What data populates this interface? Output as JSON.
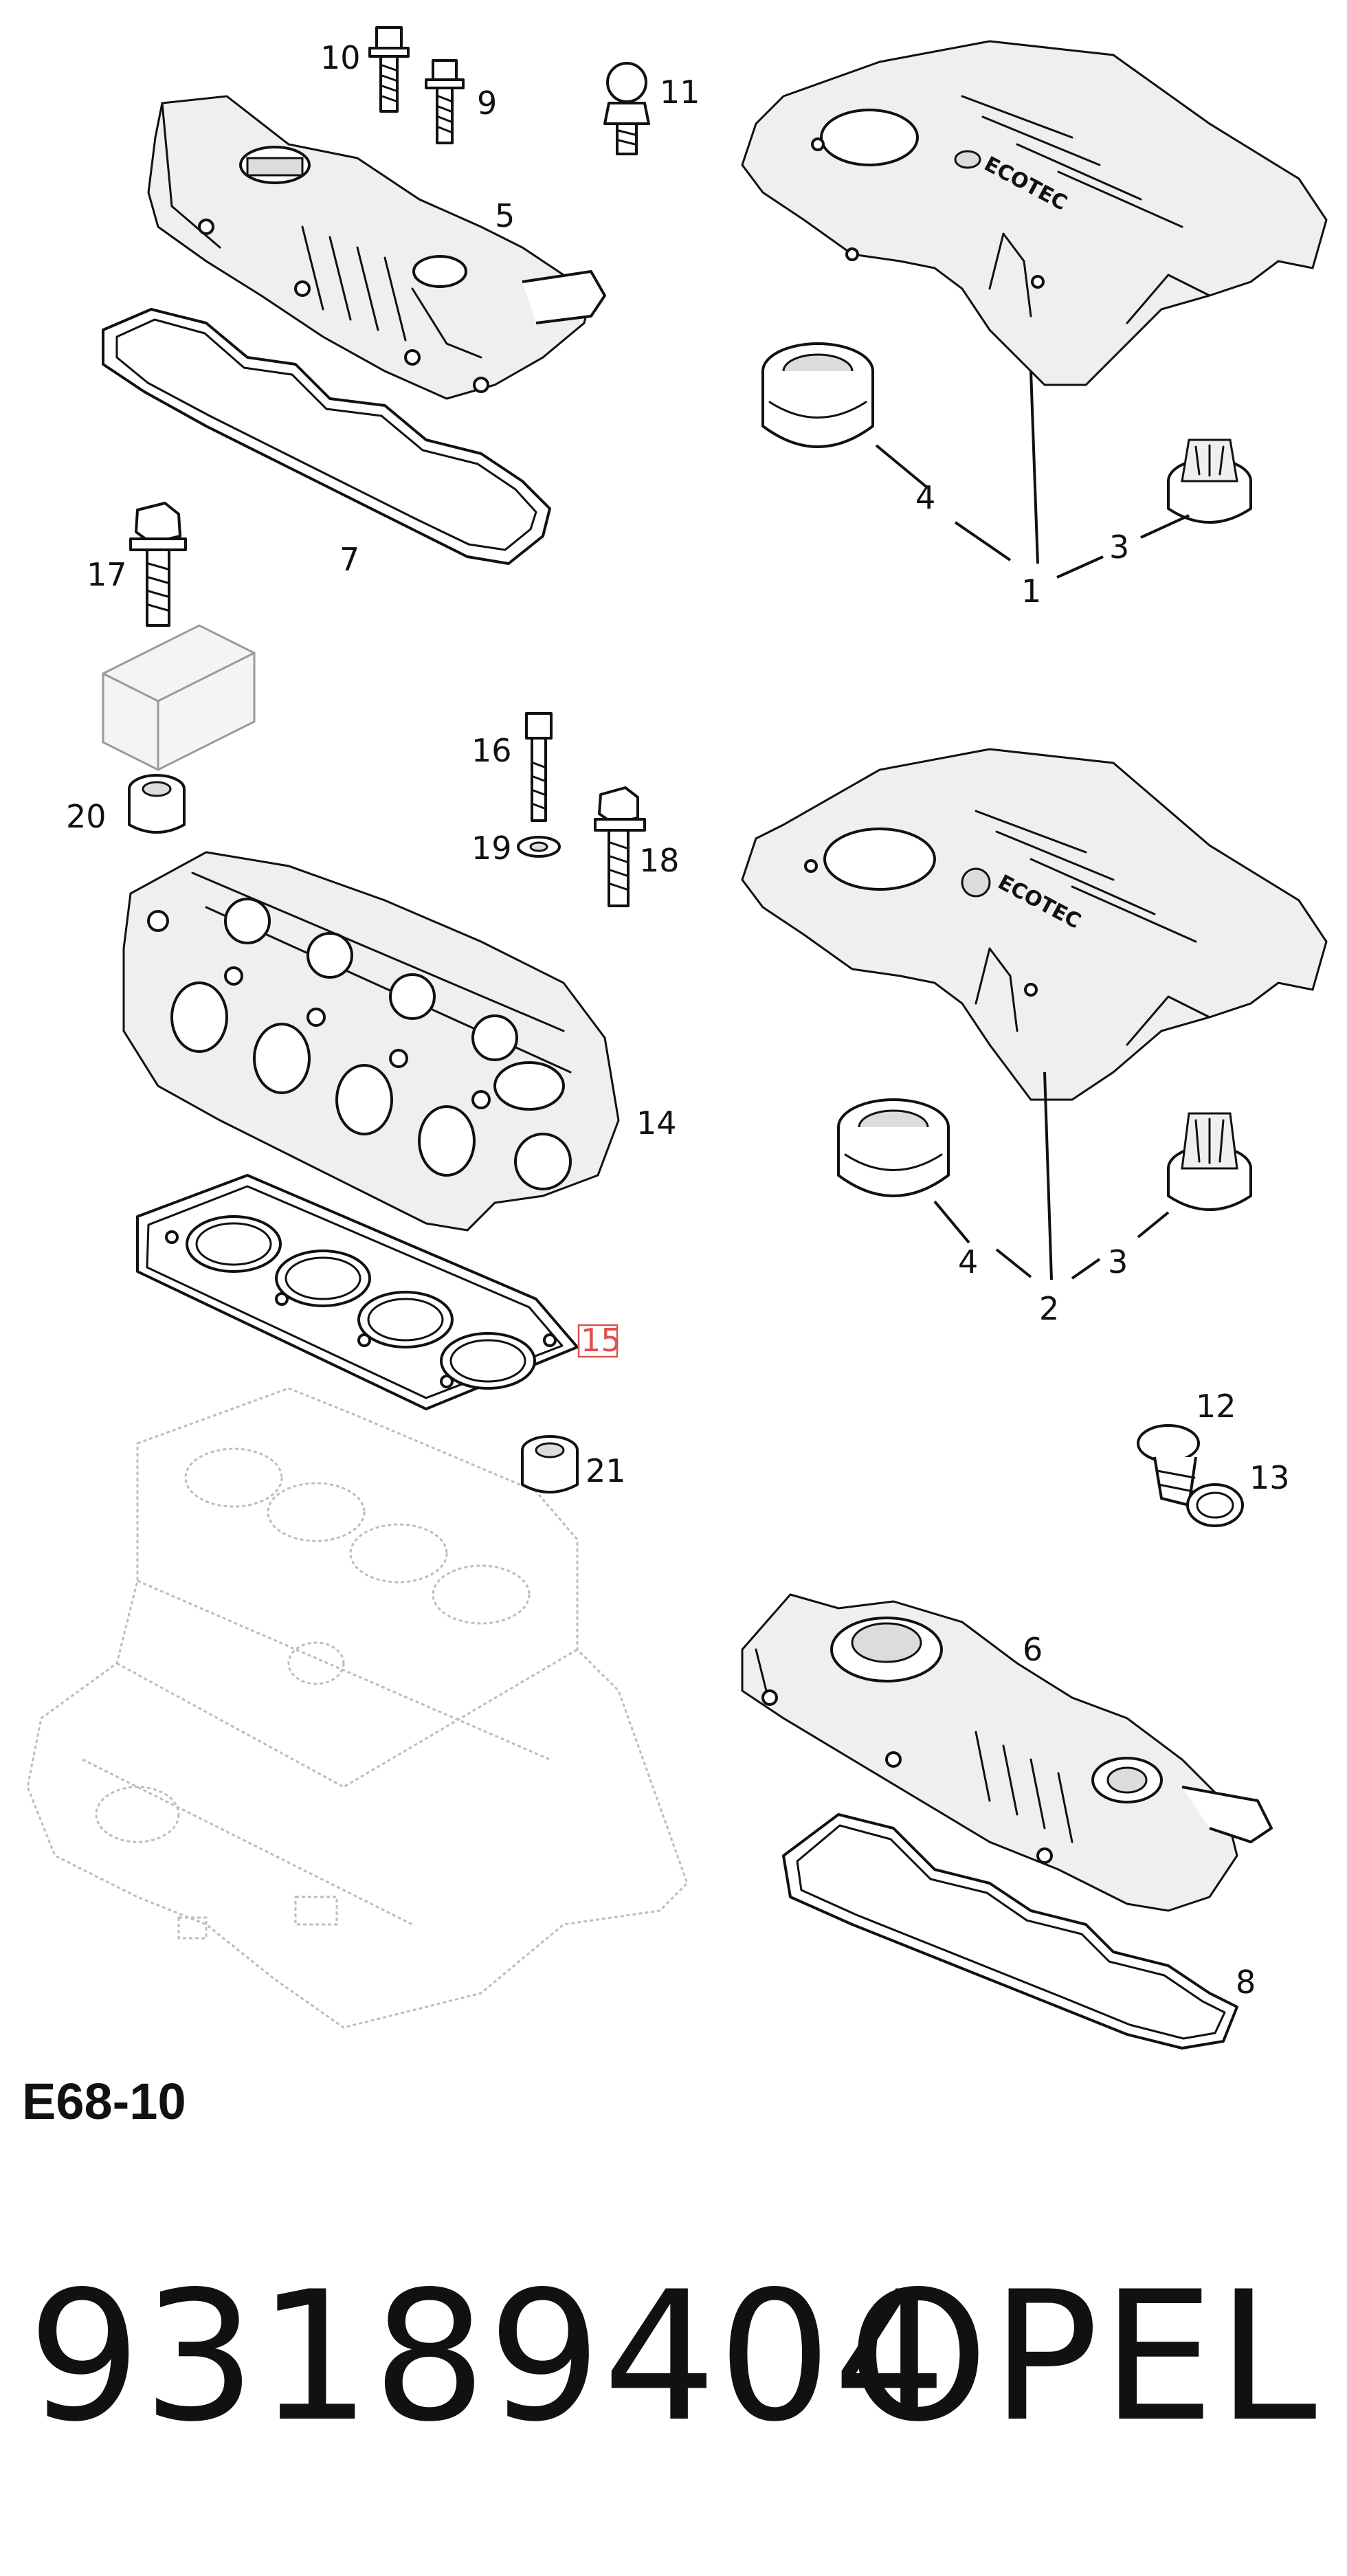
{
  "diagram_code": "E68-10",
  "part_number": "93189404",
  "brand": "OPEL",
  "cover_logo_text": "ECOTEC",
  "highlight_color": "#e05050",
  "callouts": {
    "c1": "1",
    "c2": "2",
    "c3a": "3",
    "c3b": "3",
    "c4a": "4",
    "c4b": "4",
    "c5": "5",
    "c6": "6",
    "c7": "7",
    "c8": "8",
    "c9": "9",
    "c10": "10",
    "c11": "11",
    "c12": "12",
    "c13": "13",
    "c14": "14",
    "c15": "15",
    "c16": "16",
    "c17": "17",
    "c18": "18",
    "c19": "19",
    "c20": "20",
    "c21": "21"
  },
  "highlighted_callout": "15"
}
